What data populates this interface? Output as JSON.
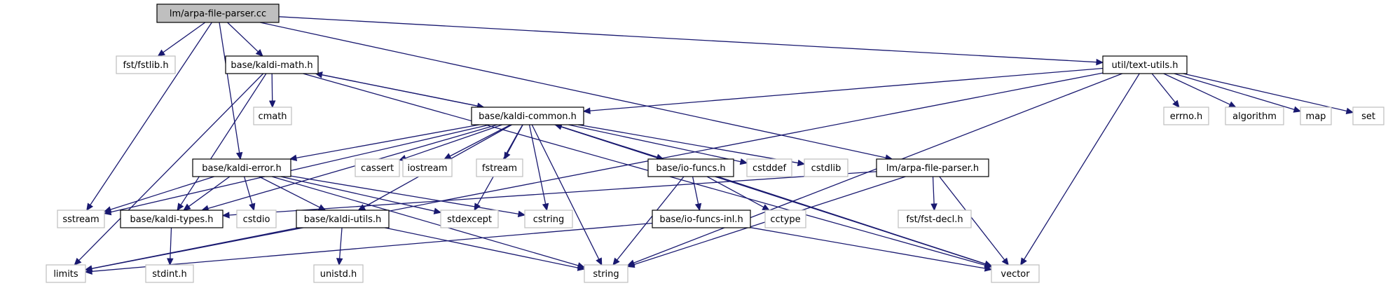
{
  "diagram": {
    "nodes": [
      {
        "id": "root",
        "label": "lm/arpa-file-parser.cc",
        "style": "root"
      },
      {
        "id": "fstlib",
        "label": "fst/fstlib.h",
        "style": "system"
      },
      {
        "id": "kaldi_math",
        "label": "base/kaldi-math.h",
        "style": "project"
      },
      {
        "id": "text_utils",
        "label": "util/text-utils.h",
        "style": "project"
      },
      {
        "id": "cmath",
        "label": "cmath",
        "style": "system"
      },
      {
        "id": "kaldi_common",
        "label": "base/kaldi-common.h",
        "style": "project"
      },
      {
        "id": "errno",
        "label": "errno.h",
        "style": "system"
      },
      {
        "id": "algorithm",
        "label": "algorithm",
        "style": "system"
      },
      {
        "id": "map",
        "label": "map",
        "style": "system"
      },
      {
        "id": "set",
        "label": "set",
        "style": "system"
      },
      {
        "id": "kaldi_error",
        "label": "base/kaldi-error.h",
        "style": "project"
      },
      {
        "id": "cassert",
        "label": "cassert",
        "style": "system"
      },
      {
        "id": "iostream",
        "label": "iostream",
        "style": "system"
      },
      {
        "id": "fstream",
        "label": "fstream",
        "style": "system"
      },
      {
        "id": "io_funcs",
        "label": "base/io-funcs.h",
        "style": "project"
      },
      {
        "id": "cstddef",
        "label": "cstddef",
        "style": "system"
      },
      {
        "id": "cstdlib",
        "label": "cstdlib",
        "style": "system"
      },
      {
        "id": "arpa_h",
        "label": "lm/arpa-file-parser.h",
        "style": "project"
      },
      {
        "id": "sstream",
        "label": "sstream",
        "style": "system"
      },
      {
        "id": "kaldi_types",
        "label": "base/kaldi-types.h",
        "style": "project"
      },
      {
        "id": "cstdio",
        "label": "cstdio",
        "style": "system"
      },
      {
        "id": "kaldi_utils",
        "label": "base/kaldi-utils.h",
        "style": "project"
      },
      {
        "id": "stdexcept",
        "label": "stdexcept",
        "style": "system"
      },
      {
        "id": "cstring",
        "label": "cstring",
        "style": "system"
      },
      {
        "id": "cctype",
        "label": "cctype",
        "style": "system"
      },
      {
        "id": "io_funcs_inl",
        "label": "base/io-funcs-inl.h",
        "style": "project"
      },
      {
        "id": "fst_decl",
        "label": "fst/fst-decl.h",
        "style": "system"
      },
      {
        "id": "stdint",
        "label": "stdint.h",
        "style": "system"
      },
      {
        "id": "limits",
        "label": "limits",
        "style": "system"
      },
      {
        "id": "unistd",
        "label": "unistd.h",
        "style": "system"
      },
      {
        "id": "string",
        "label": "string",
        "style": "system"
      },
      {
        "id": "vector",
        "label": "vector",
        "style": "system"
      }
    ],
    "edges": [
      {
        "from": "root",
        "to": "fstlib"
      },
      {
        "from": "root",
        "to": "kaldi_math"
      },
      {
        "from": "root",
        "to": "text_utils"
      },
      {
        "from": "root",
        "to": "arpa_h"
      },
      {
        "from": "root",
        "to": "kaldi_error"
      },
      {
        "from": "root",
        "to": "sstream"
      },
      {
        "from": "kaldi_math",
        "to": "cmath"
      },
      {
        "from": "kaldi_math",
        "to": "kaldi_common"
      },
      {
        "from": "kaldi_math",
        "to": "kaldi_types"
      },
      {
        "from": "kaldi_math",
        "to": "limits"
      },
      {
        "from": "kaldi_math",
        "to": "vector"
      },
      {
        "from": "text_utils",
        "to": "kaldi_common"
      },
      {
        "from": "text_utils",
        "to": "errno"
      },
      {
        "from": "text_utils",
        "to": "algorithm"
      },
      {
        "from": "text_utils",
        "to": "map"
      },
      {
        "from": "text_utils",
        "to": "set"
      },
      {
        "from": "text_utils",
        "to": "limits"
      },
      {
        "from": "text_utils",
        "to": "string"
      },
      {
        "from": "text_utils",
        "to": "vector"
      },
      {
        "from": "kaldi_common",
        "to": "kaldi_math"
      },
      {
        "from": "kaldi_common",
        "to": "kaldi_error"
      },
      {
        "from": "kaldi_common",
        "to": "cassert"
      },
      {
        "from": "kaldi_common",
        "to": "iostream"
      },
      {
        "from": "kaldi_common",
        "to": "fstream"
      },
      {
        "from": "kaldi_common",
        "to": "io_funcs"
      },
      {
        "from": "kaldi_common",
        "to": "cstddef"
      },
      {
        "from": "kaldi_common",
        "to": "cstdlib"
      },
      {
        "from": "kaldi_common",
        "to": "sstream"
      },
      {
        "from": "kaldi_common",
        "to": "kaldi_types"
      },
      {
        "from": "kaldi_common",
        "to": "kaldi_utils"
      },
      {
        "from": "kaldi_common",
        "to": "stdexcept"
      },
      {
        "from": "kaldi_common",
        "to": "cstring"
      },
      {
        "from": "kaldi_common",
        "to": "string"
      },
      {
        "from": "kaldi_common",
        "to": "vector"
      },
      {
        "from": "kaldi_error",
        "to": "sstream"
      },
      {
        "from": "kaldi_error",
        "to": "kaldi_types"
      },
      {
        "from": "kaldi_error",
        "to": "cstdio"
      },
      {
        "from": "kaldi_error",
        "to": "kaldi_utils"
      },
      {
        "from": "kaldi_error",
        "to": "stdexcept"
      },
      {
        "from": "kaldi_error",
        "to": "cstring"
      },
      {
        "from": "kaldi_error",
        "to": "string"
      },
      {
        "from": "io_funcs",
        "to": "kaldi_common"
      },
      {
        "from": "io_funcs",
        "to": "io_funcs_inl"
      },
      {
        "from": "io_funcs",
        "to": "cctype"
      },
      {
        "from": "io_funcs",
        "to": "string"
      },
      {
        "from": "io_funcs",
        "to": "vector"
      },
      {
        "from": "arpa_h",
        "to": "kaldi_types"
      },
      {
        "from": "arpa_h",
        "to": "fst_decl"
      },
      {
        "from": "arpa_h",
        "to": "string"
      },
      {
        "from": "arpa_h",
        "to": "vector"
      },
      {
        "from": "kaldi_types",
        "to": "stdint"
      },
      {
        "from": "kaldi_utils",
        "to": "limits"
      },
      {
        "from": "kaldi_utils",
        "to": "unistd"
      },
      {
        "from": "kaldi_utils",
        "to": "string"
      },
      {
        "from": "io_funcs_inl",
        "to": "limits"
      },
      {
        "from": "io_funcs_inl",
        "to": "vector"
      }
    ],
    "colors": {
      "edge": "#191970",
      "root_fill": "#bfbfbf",
      "root_border": "#000000",
      "project_border": "#000000",
      "system_border": "#bfbfbf",
      "text": "#000000"
    }
  }
}
